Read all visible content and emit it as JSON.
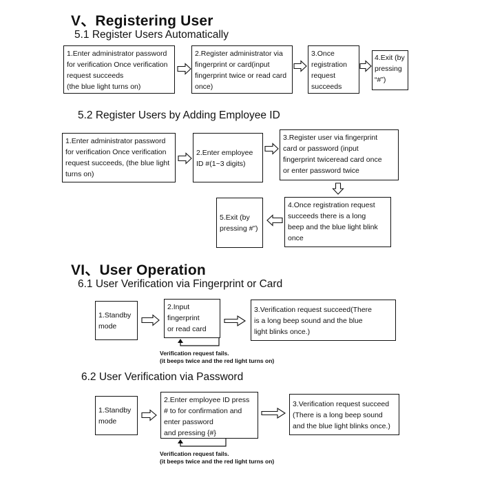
{
  "section5": {
    "title": "V、Registering User",
    "sub1": {
      "title": "5.1  Register Users Automatically",
      "steps": [
        "1.Enter administrator password\nfor verification Once verification\nrequest succeeds\n (the blue light turns on)",
        "2.Register administrator via\nfingerprint or card(input\nfingerprint twice or read card\nonce)",
        "3.Once\nregistration\nrequest\nsucceeds",
        "4.Exit (by\npressing\n“#”)"
      ]
    },
    "sub2": {
      "title": "5.2  Register Users by Adding Employee ID",
      "steps": [
        "1.Enter  administrator password\nfor verification Once verification\nrequest succeeds,  (the blue light\nturns   on)",
        "2.Enter  employee\nID #(1~3 digits)",
        "3.Register user via fingerprint\ncard   or   password (input\nfingerprint twiceread card once\nor enter password twice",
        "4.Once registration request\nsucceeds there is a long\nbeep and the blue light blink\nonce",
        "5.Exit (by\npressing #”)"
      ]
    }
  },
  "section6": {
    "title": "VI、User Operation",
    "sub1": {
      "title": "6.1  User Verification via Fingerprint or Card",
      "steps": [
        "1.Standby\nmode",
        "2.Input\nfingerprint\nor read card",
        "3.Verification request succeed(There\nis a long beep sound and the blue\nlight blinks once.)"
      ],
      "note": "Verification request fails.\n(it beeps twice and the red light turns on)"
    },
    "sub2": {
      "title": "6.2  User Verification via Password",
      "steps": [
        "1.Standby\nmode",
        "2.Enter employee ID press\n# to for confirmation and\nenter password\nand pressing {#}",
        "3.Verification request succeed\n(There is a long beep sound\nand the blue light blinks once.)"
      ],
      "note": "Verification request fails.\n(it beeps twice and the red light turns on)"
    }
  }
}
